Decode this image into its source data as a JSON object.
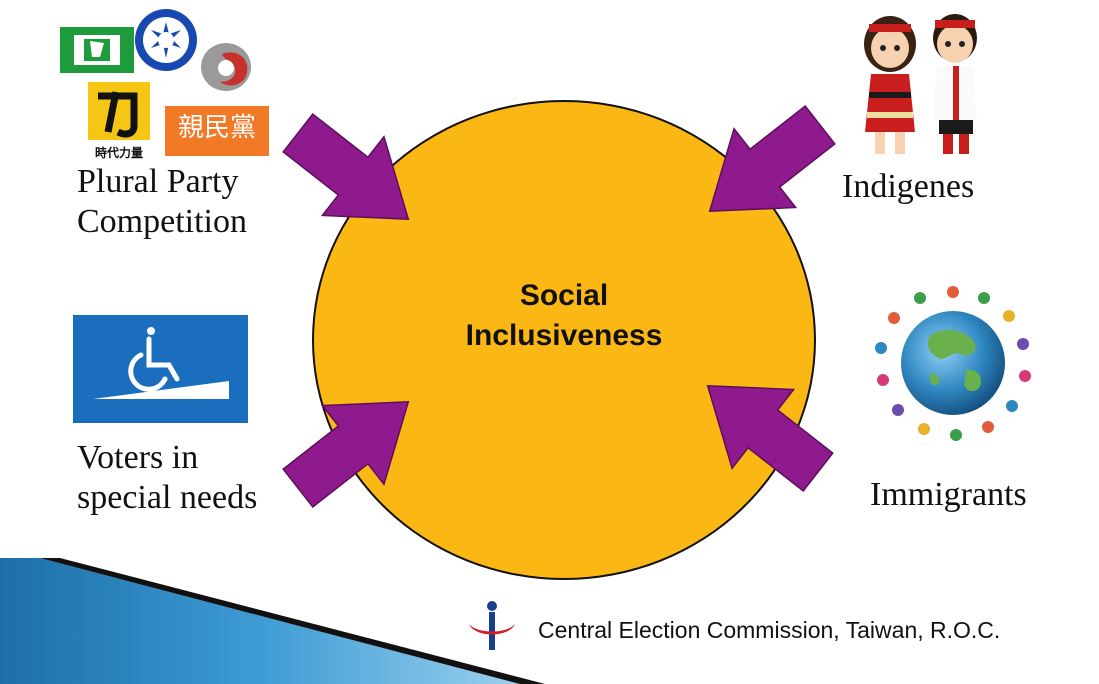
{
  "center": {
    "line1": "Social",
    "line2": "Inclusiveness"
  },
  "labels": {
    "parties": {
      "line1": "Plural Party",
      "line2": "Competition"
    },
    "indigenes": "Indigenes",
    "special_needs": {
      "line1": "Voters in",
      "line2": "special needs"
    },
    "immigrants": "Immigrants"
  },
  "party_logos": {
    "logo4_text": "時代力量",
    "logo5_text": "親民黨"
  },
  "footer": {
    "text": "Central Election Commission, Taiwan, R.O.C."
  },
  "colors": {
    "circle": "#fbb713",
    "arrow": "#8e1a8e",
    "accessibility_blue": "#1b6ebd",
    "banner_blue": "#2f87c1"
  }
}
